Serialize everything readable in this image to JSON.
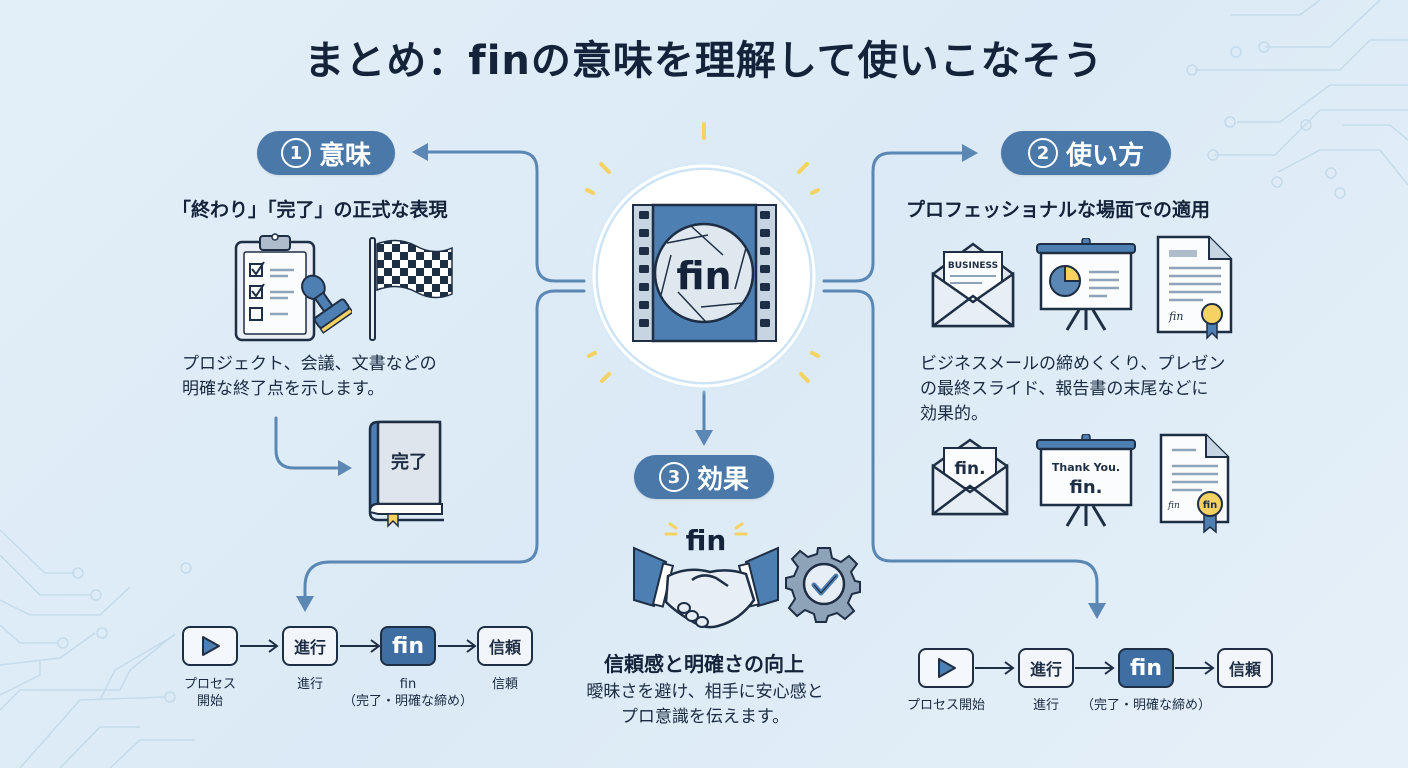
{
  "title": "まとめ：finの意味を理解して使いこなそう",
  "colors": {
    "accent": "#4a78a8",
    "dark_navy": "#14223a",
    "connector": "#5a87b3",
    "highlight_yellow": "#f5d261",
    "background": "#e0edf7"
  },
  "center": {
    "icon": "film-aperture-icon",
    "label": "fin"
  },
  "sections": {
    "meaning": {
      "number": "1",
      "number_glyph": "①",
      "label": "意味",
      "subheading": "「終わり」「完了」の正式な表現",
      "description_line1": "プロジェクト、会議、文書などの",
      "description_line2": "明確な終了点を示します。",
      "icons": [
        "clipboard-checklist-stamp-icon",
        "checkered-flag-icon",
        "book-icon"
      ],
      "book_label": "完了"
    },
    "usage": {
      "number": "2",
      "number_glyph": "②",
      "label": "使い方",
      "subheading": "プロフェッショナルな場面での適用",
      "description_line1": "ビジネスメールの締めくくり、プレゼン",
      "description_line2": "の最終スライド、報告書の末尾などに",
      "description_line3": "効果的。",
      "top_icons": {
        "envelope_label": "BUSINESS",
        "presentation": "pie-chart-presentation-icon",
        "document": "signed-document-icon",
        "signature": "fin"
      },
      "bottom_icons": {
        "envelope_label": "fin.",
        "presentation_line1": "Thank You.",
        "presentation_line2": "fin.",
        "document_seal": "fin",
        "signature": "fin"
      }
    },
    "effect": {
      "number": "3",
      "number_glyph": "③",
      "label": "効果",
      "handshake_label": "fin",
      "subheading": "信頼感と明確さの向上",
      "description_line1": "曖昧さを避け、相手に安心感と",
      "description_line2": "プロ意識を伝えます。",
      "icons": [
        "handshake-icon",
        "gear-check-icon"
      ]
    }
  },
  "flow_left": {
    "steps": [
      {
        "box": "",
        "icon": "play-icon",
        "label_line1": "プロセス",
        "label_line2": "開始"
      },
      {
        "box": "進行",
        "label_line1": "進行",
        "label_line2": ""
      },
      {
        "box": "fin",
        "label_line1": "fin",
        "label_line2": "（完了・明確な締め）"
      },
      {
        "box": "信頼",
        "label_line1": "信頼",
        "label_line2": ""
      }
    ]
  },
  "flow_right": {
    "steps": [
      {
        "box": "",
        "icon": "play-icon",
        "label": "プロセス開始"
      },
      {
        "box": "進行",
        "label": "進行"
      },
      {
        "box": "fin",
        "label": "（完了・明確な締め）"
      },
      {
        "box": "信頼",
        "label": ""
      }
    ]
  }
}
